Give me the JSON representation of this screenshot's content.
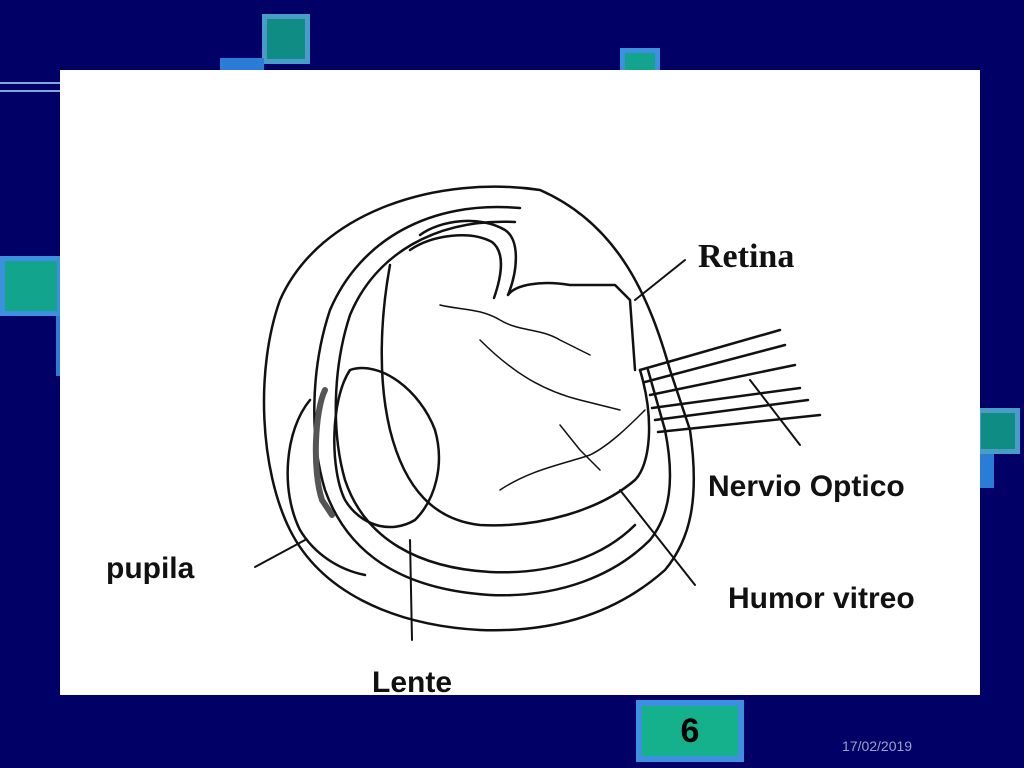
{
  "slide": {
    "page_number": "6",
    "date": "17/02/2019"
  },
  "diagram": {
    "labels": {
      "retina": "Retina",
      "nervio_optico": "Nervio Optico",
      "humor_vitreo": "Humor vitreo",
      "pupila": "pupila",
      "lente": "Lente"
    }
  },
  "colors": {
    "background": "#000066",
    "accent_teal": "#13a48e",
    "accent_blue": "#2b7cd6"
  }
}
